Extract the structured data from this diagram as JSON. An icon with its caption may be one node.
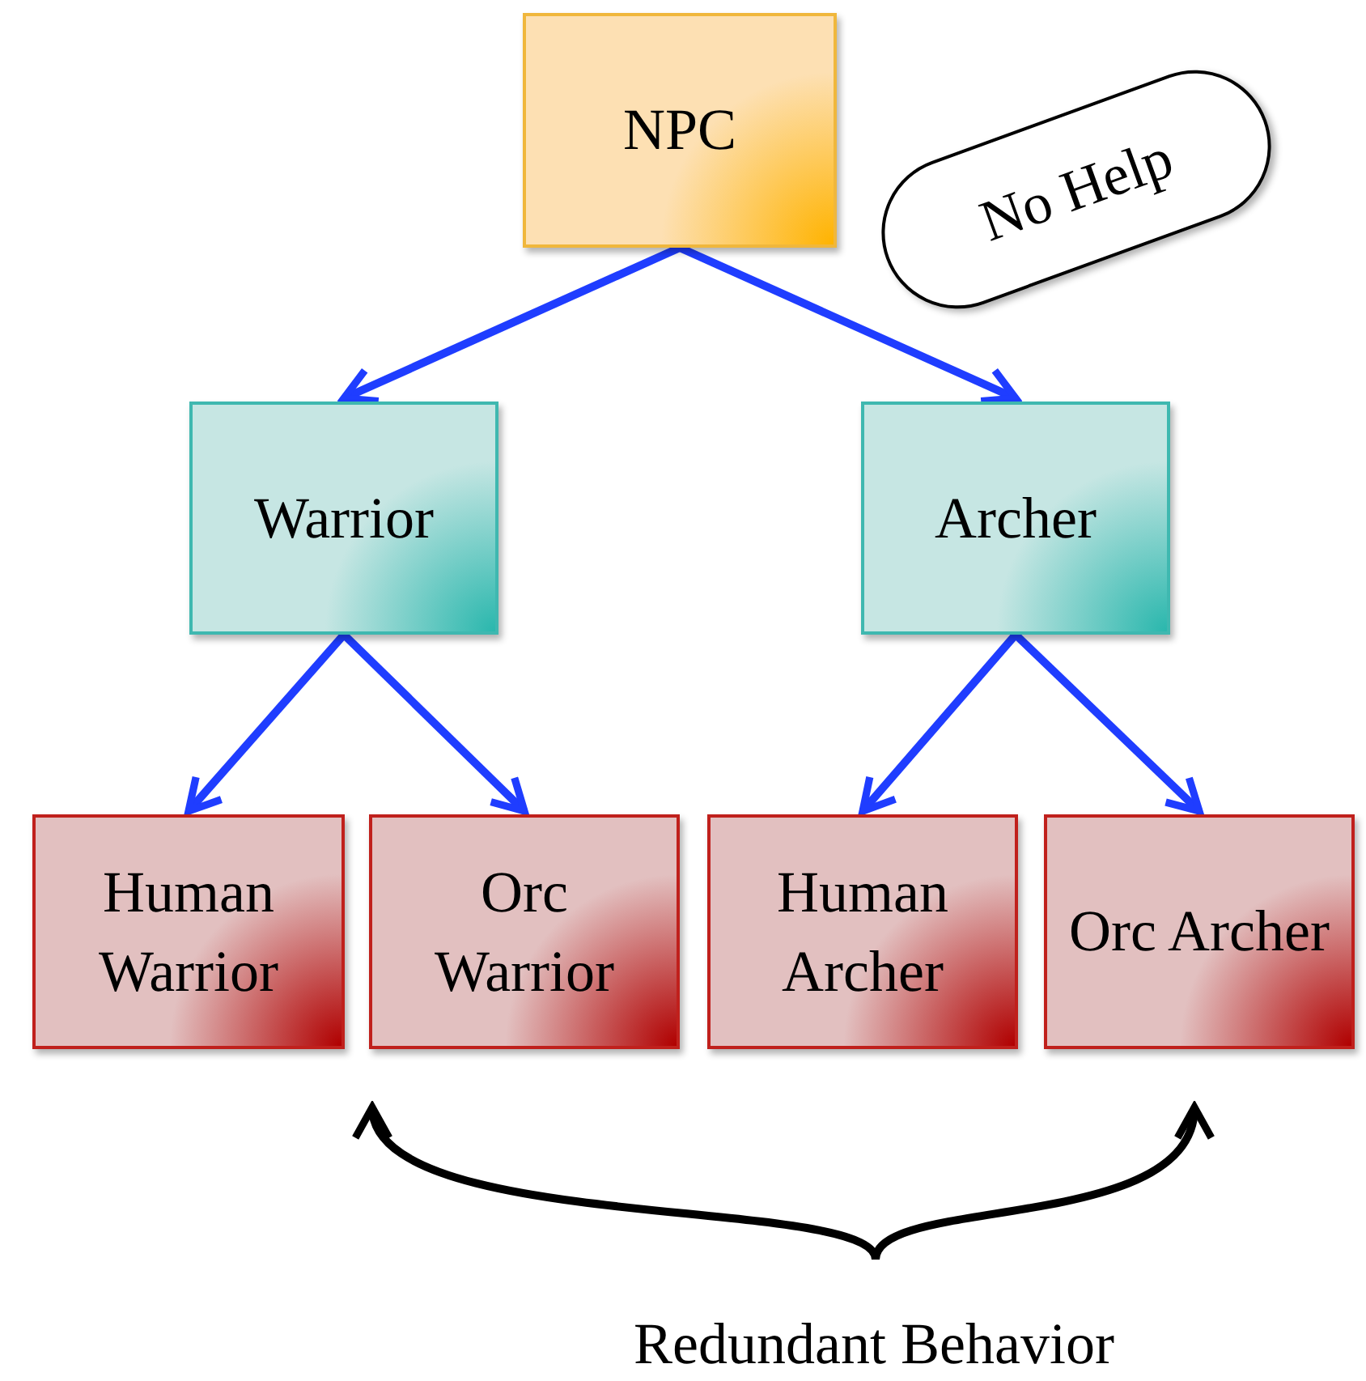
{
  "diagram": {
    "nodes": [
      {
        "text": [
          "NPC"
        ]
      },
      {
        "text": [
          "Warrior"
        ]
      },
      {
        "text": [
          "Archer"
        ]
      },
      {
        "text": [
          "Human Warrior"
        ]
      },
      {
        "text": [
          "Orc Warrior"
        ]
      },
      {
        "text": [
          "Human Archer"
        ]
      },
      {
        "text": [
          "Orc Archer"
        ]
      },
      {
        "text": [
          "No Help"
        ]
      },
      {
        "text": [
          "Redundant Behavior"
        ]
      }
    ],
    "edges": [
      {
        "from": 0,
        "to": 1,
        "arrow": "to"
      },
      {
        "from": 0,
        "to": 2,
        "arrow": "to"
      },
      {
        "from": 1,
        "to": 3,
        "arrow": "to"
      },
      {
        "from": 1,
        "to": 4,
        "arrow": "to"
      },
      {
        "from": 2,
        "to": 5,
        "arrow": "to"
      },
      {
        "from": 2,
        "to": 6,
        "arrow": "to"
      },
      {
        "from": 8,
        "to": 4,
        "arrow": "to",
        "color": "#000000"
      },
      {
        "from": 8,
        "to": 6,
        "arrow": "to",
        "color": "#000000"
      }
    ]
  }
}
